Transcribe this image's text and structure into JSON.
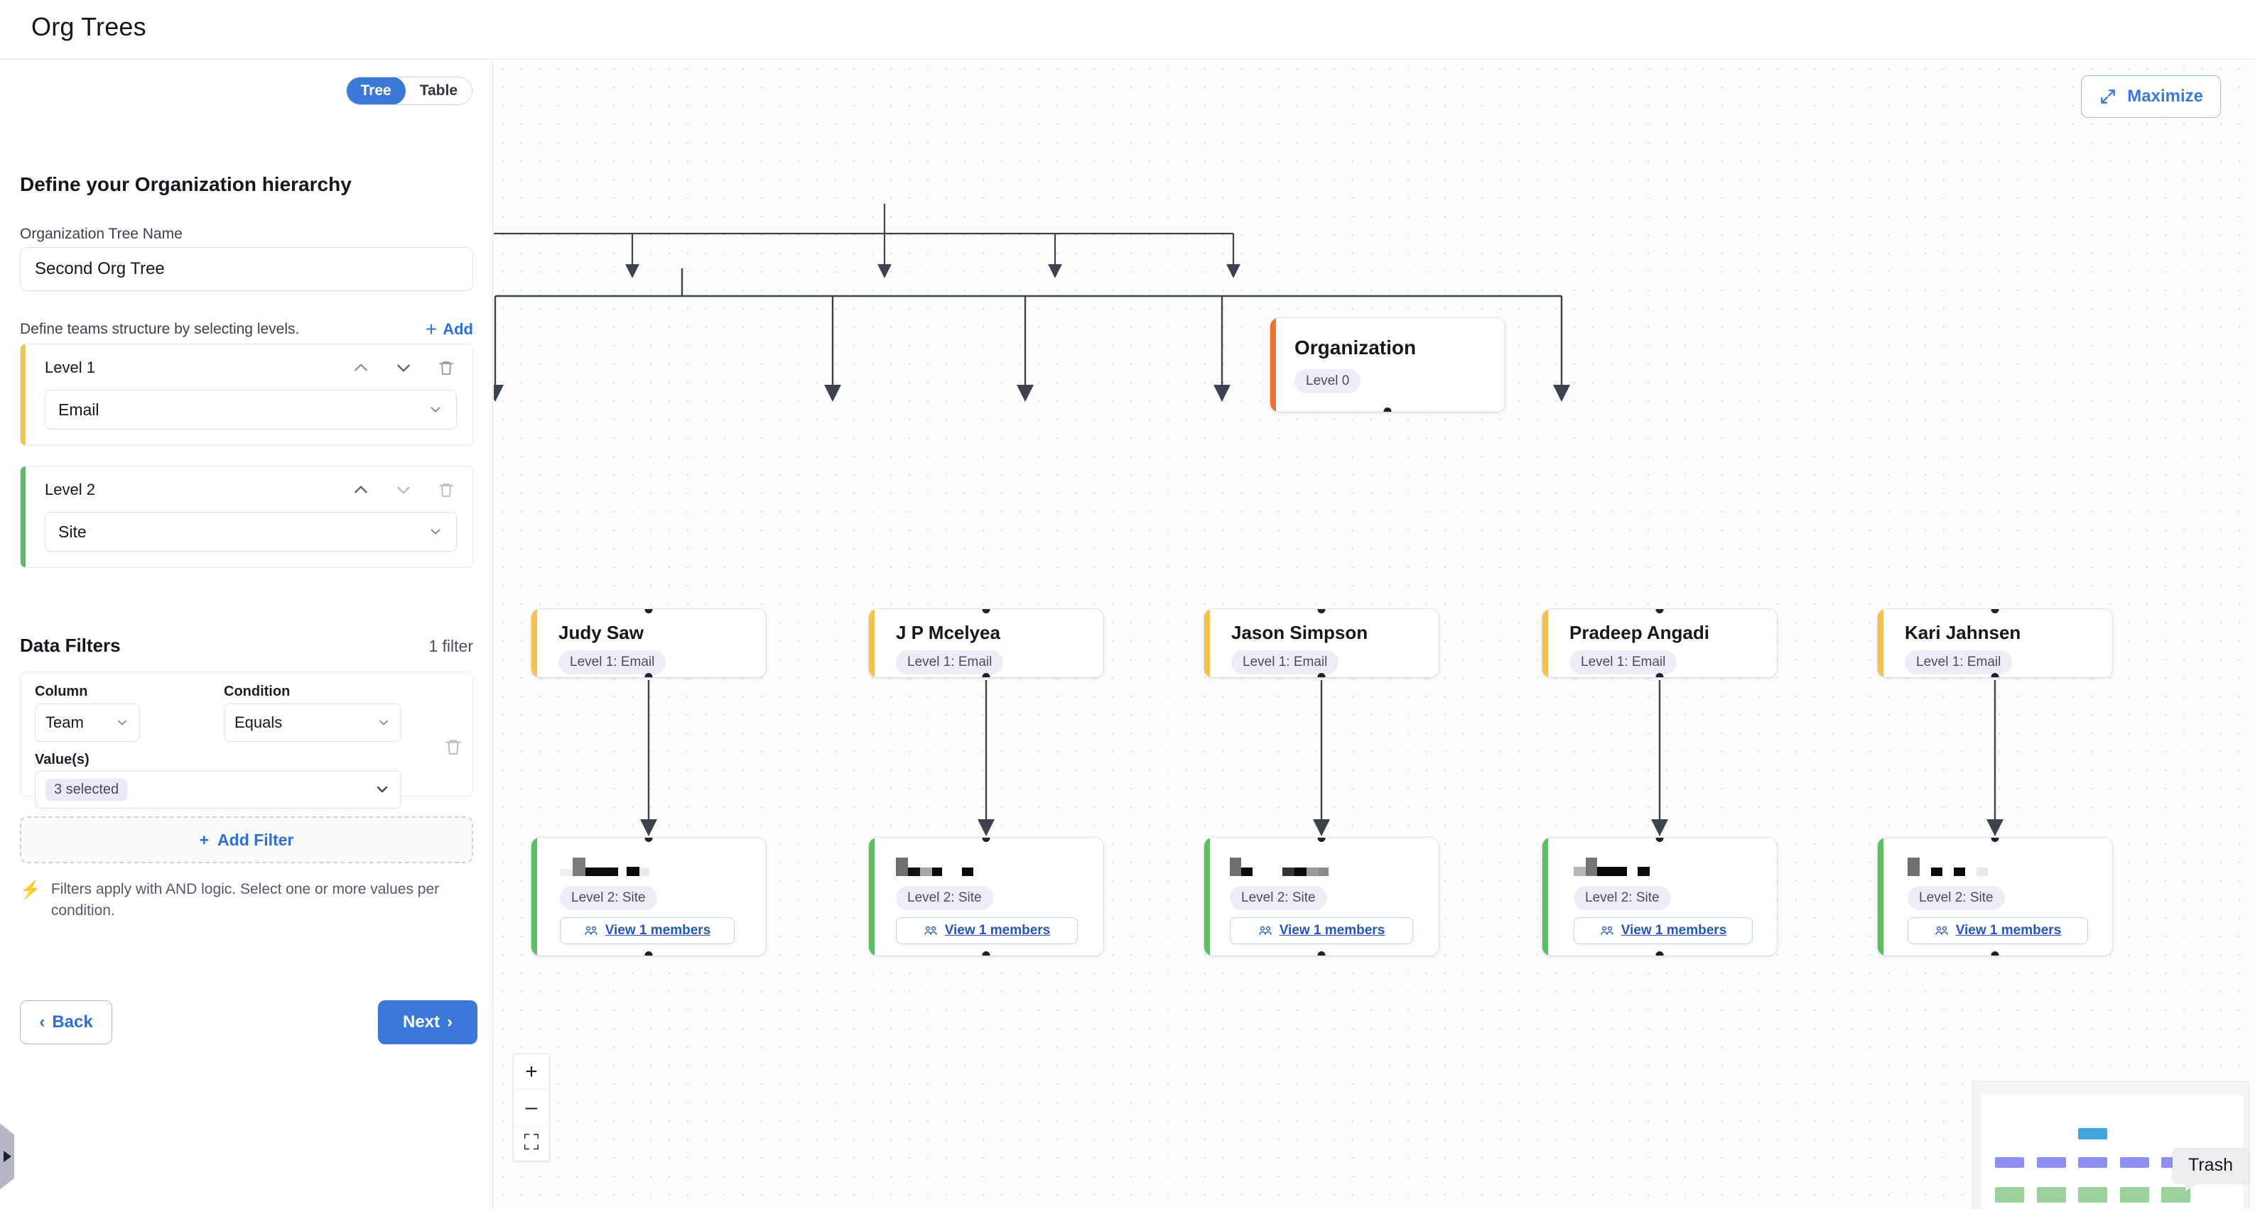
{
  "app": {
    "title": "Org Trees"
  },
  "view_toggle": {
    "options": [
      "Tree",
      "Table"
    ],
    "active": "Tree"
  },
  "panel": {
    "heading": "Define your Organization hierarchy",
    "org_name_label": "Organization Tree Name",
    "org_name_value": "Second Org Tree",
    "define_text": "Define teams structure by selecting levels.",
    "add_label": "Add",
    "levels": [
      {
        "title": "Level 1",
        "value": "Email",
        "stripe": "#f5c347",
        "up_icon": "chevron-up-icon",
        "down_icon": "chevron-down-icon",
        "delete_icon": "trash-icon"
      },
      {
        "title": "Level 2",
        "value": "Site",
        "stripe": "#5cc063",
        "up_icon": "chevron-up-icon",
        "down_icon": "chevron-down-icon",
        "delete_icon": "trash-icon"
      }
    ],
    "filters": {
      "title": "Data Filters",
      "count_label": "1 filter",
      "column_label": "Column",
      "column_value": "Team",
      "condition_label": "Condition",
      "condition_value": "Equals",
      "values_label": "Value(s)",
      "values_chip": "3 selected",
      "delete_icon": "trash-icon",
      "add_filter_label": "Add Filter",
      "hint_icon": "lightning-icon",
      "hint_text": "Filters apply with AND logic. Select one or more values per condition."
    },
    "back_label": "Back",
    "next_label": "Next",
    "collapse_handle_icon": "play-triangle-icon"
  },
  "canvas": {
    "maximize_label": "Maximize",
    "maximize_icon": "expand-arrows-icon",
    "zoom_controls": {
      "zoom_in": "+",
      "zoom_out": "–",
      "fit_view": "⛶"
    },
    "minimap": {
      "trash_tooltip": "Trash"
    },
    "colors": {
      "root_stripe": "#f2712c",
      "level1_stripe": "#f5c347",
      "level2_stripe": "#5cc063",
      "accent_blue": "#3b79d8",
      "edge": "#3c424e"
    }
  },
  "tree": {
    "root": {
      "title": "Organization",
      "badge": "Level 0"
    },
    "level1": [
      {
        "title": "Judy Saw",
        "badge": "Level 1: Email"
      },
      {
        "title": "J P Mcelyea",
        "badge": "Level 1: Email"
      },
      {
        "title": "Jason Simpson",
        "badge": "Level 1: Email"
      },
      {
        "title": "Pradeep Angadi",
        "badge": "Level 1: Email"
      },
      {
        "title": "Kari Jahnsen",
        "badge": "Level 1: Email"
      }
    ],
    "level2": [
      {
        "title_redacted": true,
        "badge": "Level 2: Site",
        "view_label": "View 1 members",
        "view_icon": "members-icon"
      },
      {
        "title_redacted": true,
        "badge": "Level 2: Site",
        "view_label": "View 1 members",
        "view_icon": "members-icon"
      },
      {
        "title_redacted": true,
        "badge": "Level 2: Site",
        "view_label": "View 1 members",
        "view_icon": "members-icon"
      },
      {
        "title_redacted": true,
        "badge": "Level 2: Site",
        "view_label": "View 1 members",
        "view_icon": "members-icon"
      },
      {
        "title_redacted": true,
        "badge": "Level 2: Site",
        "view_label": "View 1 members",
        "view_icon": "members-icon"
      }
    ]
  }
}
